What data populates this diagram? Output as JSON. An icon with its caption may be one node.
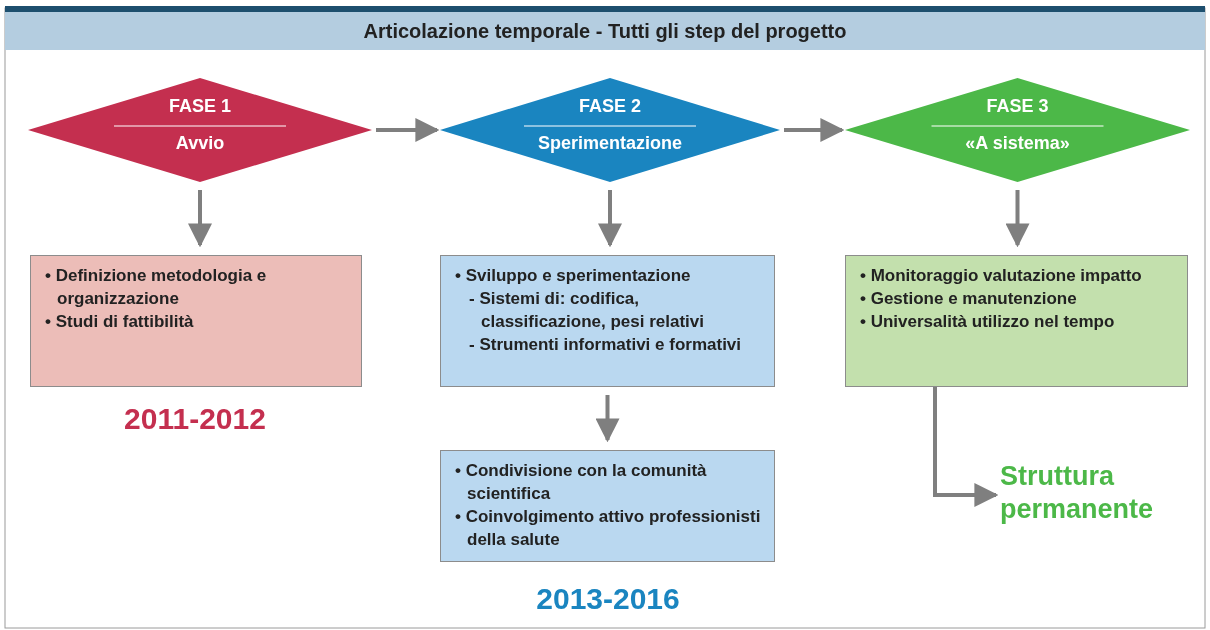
{
  "diagram": {
    "title": "Articolazione temporale - Tutti gli step del progetto",
    "nodes": [
      {
        "text": [
          "FASE 1",
          "Avvio"
        ]
      },
      {
        "text": [
          "FASE 2",
          "Sperimentazione"
        ]
      },
      {
        "text": [
          "FASE 3",
          "«A sistema»"
        ]
      },
      {
        "text": [
          "• Definizione metodologia e organizzazione",
          "• Studi di fattibilità"
        ]
      },
      {
        "text": [
          "• Sviluppo e sperimentazione",
          "- Sistemi di: codifica, classificazione, pesi relativi",
          "- Strumenti informativi e formativi"
        ]
      },
      {
        "text": [
          "• Condivisione con la comunità scientifica",
          "• Coinvolgimento attivo professionisti della salute"
        ]
      },
      {
        "text": [
          "• Monitoraggio valutazione impatto",
          "• Gestione e manutenzione",
          "• Universalità utilizzo nel tempo"
        ]
      },
      {
        "text": [
          "Struttura permanente"
        ]
      }
    ],
    "edges": [
      {
        "from": 0,
        "to": 1,
        "arrow": "to"
      },
      {
        "from": 1,
        "to": 2,
        "arrow": "to"
      },
      {
        "from": 0,
        "to": 3,
        "arrow": "to"
      },
      {
        "from": 1,
        "to": 4,
        "arrow": "to"
      },
      {
        "from": 4,
        "to": 5,
        "arrow": "to"
      },
      {
        "from": 2,
        "to": 6,
        "arrow": "to"
      },
      {
        "from": 6,
        "to": 7,
        "arrow": "to"
      }
    ],
    "labels": [
      "2011-2012",
      "2013-2016"
    ]
  }
}
